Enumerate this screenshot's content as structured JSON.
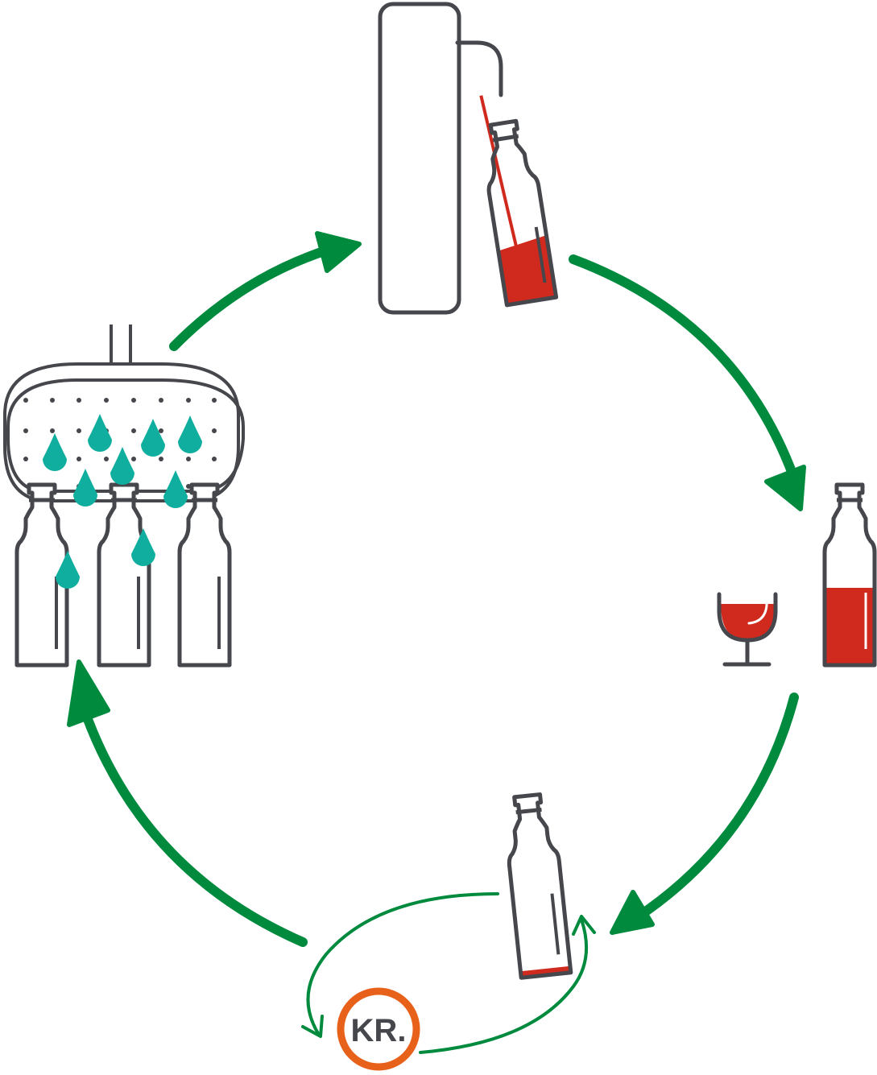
{
  "diagram": {
    "stages": [
      {
        "name": "filling",
        "icon": "filling-machine-icon"
      },
      {
        "name": "consumption",
        "icon": "wine-glass-bottle-icon"
      },
      {
        "name": "return",
        "icon": "returned-bottle-icon"
      },
      {
        "name": "washing",
        "icon": "bottle-washer-icon"
      }
    ],
    "badge": {
      "label": "KR.",
      "icon": "circular-logo-icon"
    }
  },
  "colors": {
    "cycle_arrow": "#008a3e",
    "outline": "#45474c",
    "wine": "#d02a1e",
    "water": "#0fae9e",
    "badge_ring": "#e8611a",
    "badge_text": "#45474c"
  }
}
